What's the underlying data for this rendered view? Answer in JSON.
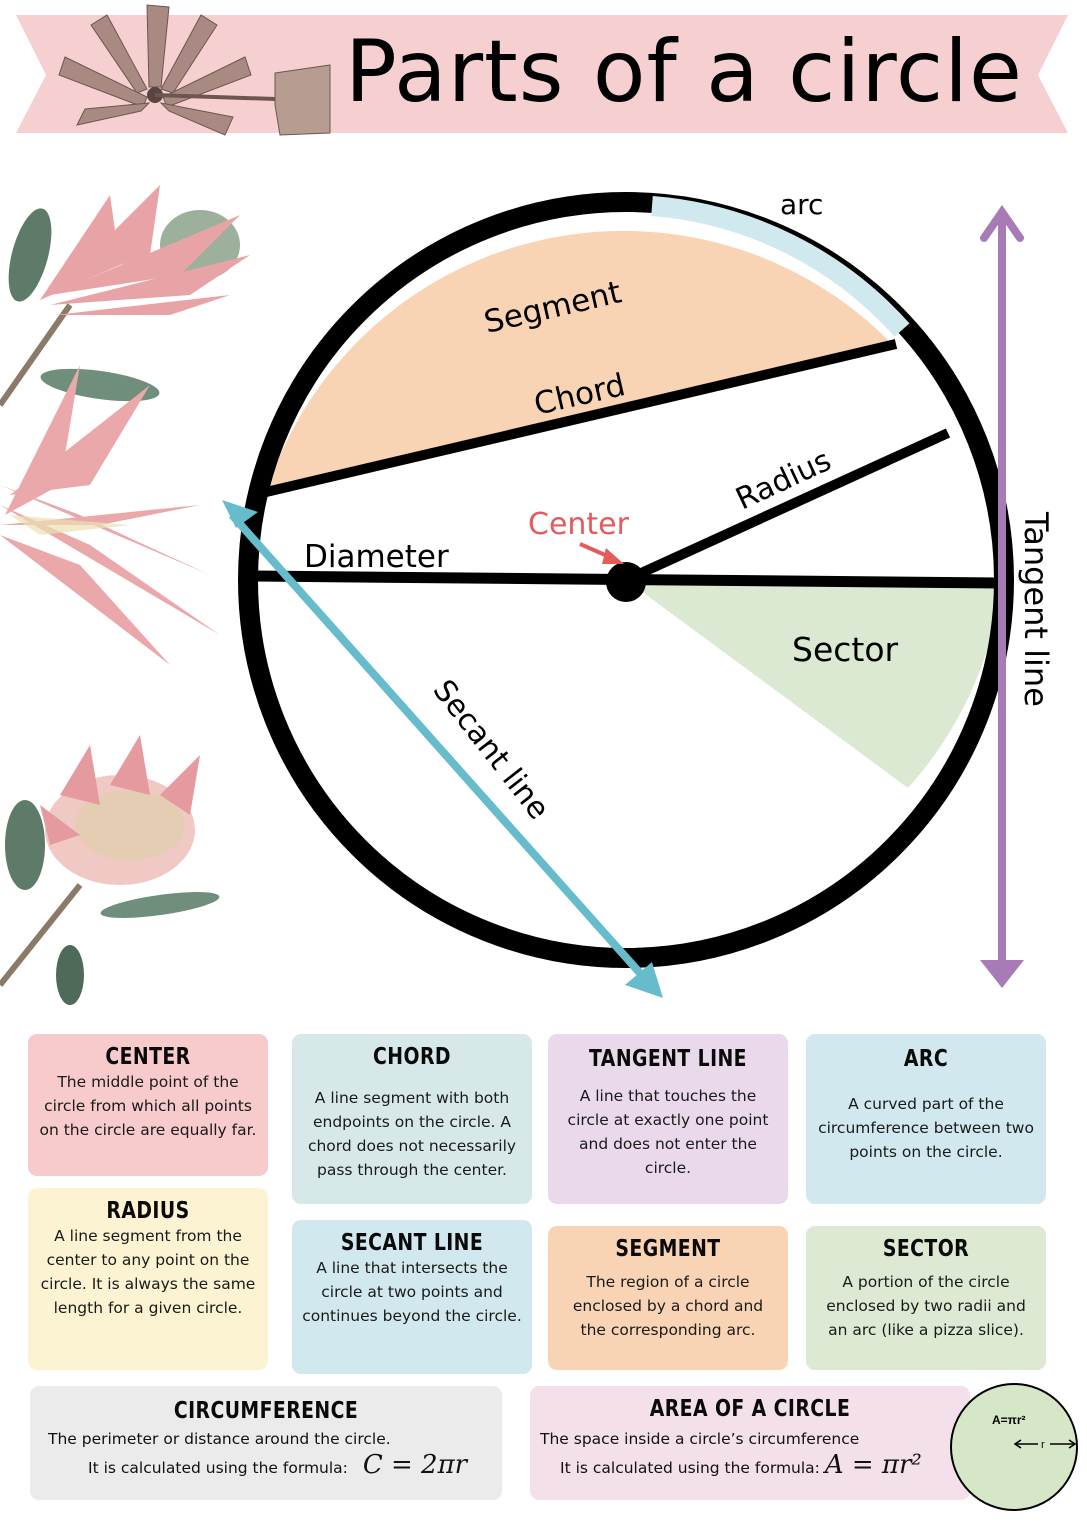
{
  "title": "Parts of a circle",
  "diagram": {
    "labels": {
      "arc": "arc",
      "segment": "Segment",
      "chord": "Chord",
      "radius": "Radius",
      "center": "Center",
      "diameter": "Diameter",
      "sector": "Sector",
      "secant": "Secant line",
      "tangent": "Tangent line"
    },
    "colors": {
      "segment_fill": "#f9d4b4",
      "arc_highlight": "#d0e9ef",
      "sector_fill": "#dce9d2",
      "center_label": "#e35b5b",
      "secant_line": "#67bccb",
      "tangent_line": "#a77bb5",
      "banner": "#f6d0d0"
    }
  },
  "cards": {
    "center": {
      "title": "CENTER",
      "text": "The middle point of the circle from which all points on the circle are equally far.",
      "color": "#f7cacb"
    },
    "chord": {
      "title": "CHORD",
      "text": "A line segment with both endpoints on the circle. A chord does not necessarily pass through the center.",
      "color": "#d6e9e8"
    },
    "tangent": {
      "title": "TANGENT LINE",
      "text": "A line that touches the circle at exactly one point and does not enter the circle.",
      "color": "#e9d9ea"
    },
    "arc": {
      "title": "ARC",
      "text": "A curved part of the circumference between two points on the circle.",
      "color": "#d2e8ef"
    },
    "radius": {
      "title": "RADIUS",
      "text": "A line segment from the center to any point on the circle. It is always the same length for a given circle.",
      "color": "#fbf3d2"
    },
    "secant": {
      "title": "SECANT LINE",
      "text": "A line that intersects the circle at two points and continues beyond the circle.",
      "color": "#d2e8ef"
    },
    "segment": {
      "title": "SEGMENT",
      "text": "The region of a circle enclosed by a chord and the corresponding arc.",
      "color": "#f9d4b4"
    },
    "sector": {
      "title": "SECTOR",
      "text": "A portion of the circle enclosed by two radii and an arc (like a pizza slice).",
      "color": "#dde9d3"
    },
    "circumference": {
      "title": "CIRCUMFERENCE",
      "text": "The perimeter or distance around the circle.",
      "formula_intro": "It is calculated using the formula:",
      "formula": "C = 2πr",
      "color": "#ebebeb"
    },
    "area": {
      "title": "AREA OF A CIRCLE",
      "text": "The space inside a circle’s circumference",
      "formula_intro": "It is calculated using the formula:",
      "formula": "A = πr²",
      "badge_formula": "A=πr²",
      "badge_r": "r",
      "color": "#f4e0ea"
    }
  }
}
